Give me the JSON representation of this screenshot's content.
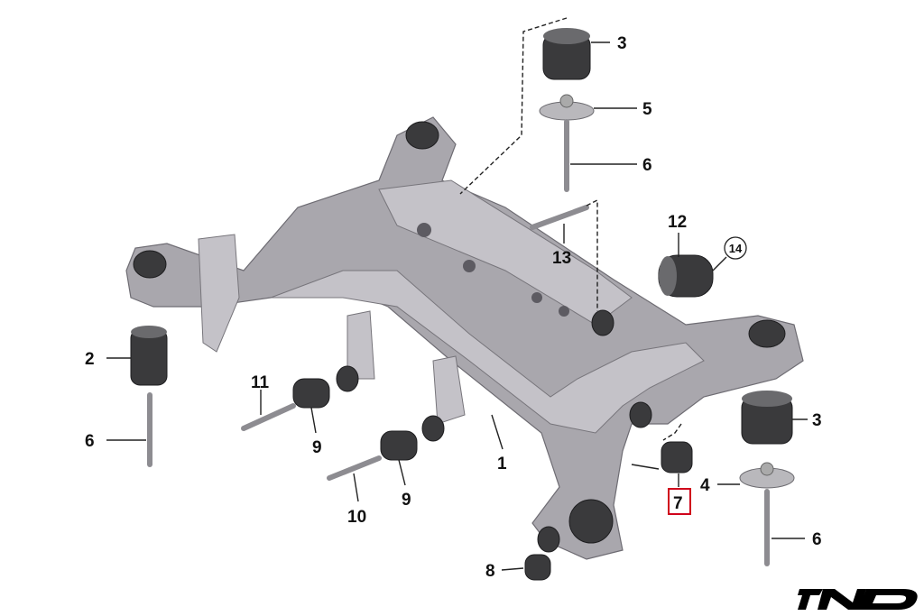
{
  "diagram": {
    "callouts": {
      "c1": "1",
      "c2": "2",
      "c3_top": "3",
      "c3_right": "3",
      "c4": "4",
      "c5": "5",
      "c6_top": "6",
      "c6_left": "6",
      "c6_right": "6",
      "c7": "7",
      "c8": "8",
      "c9_upper": "9",
      "c9_lower": "9",
      "c10": "10",
      "c11": "11",
      "c12": "12",
      "c13": "13",
      "c14": "14"
    },
    "highlight_color": "#d0021b",
    "logo_text": "IND"
  }
}
